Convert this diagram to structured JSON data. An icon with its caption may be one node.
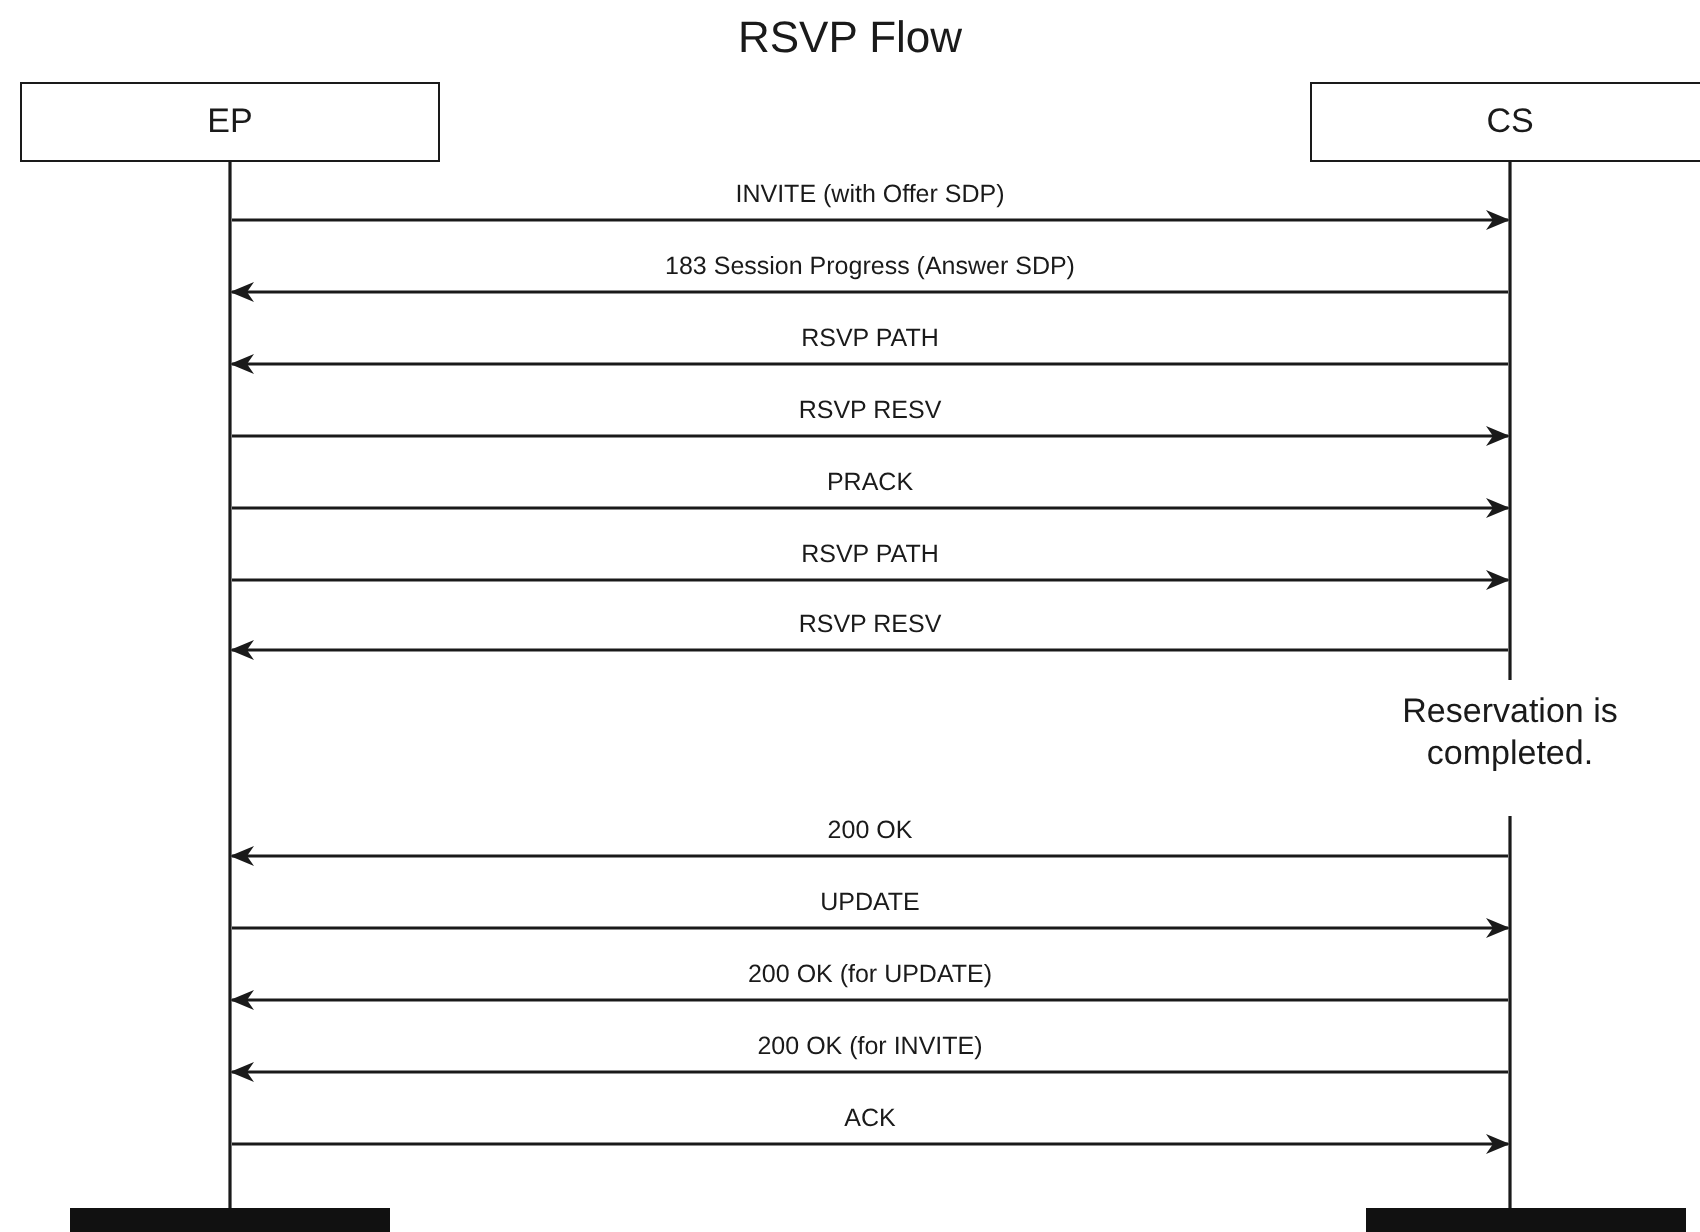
{
  "diagram": {
    "title": "RSVP Flow",
    "nodes": [
      {
        "text": [
          "EP"
        ]
      },
      {
        "text": [
          "CS"
        ]
      },
      {
        "text": [],
        "shape": "line"
      },
      {
        "text": [],
        "shape": "line"
      },
      {
        "text": [],
        "shape": "bar"
      },
      {
        "text": [],
        "shape": "bar"
      }
    ],
    "edges": [
      {
        "from": 2,
        "to": 3,
        "arrow": "to",
        "label": "INVITE (with Offer SDP)"
      },
      {
        "from": 3,
        "to": 2,
        "arrow": "to",
        "label": "183 Session Progress (Answer SDP)"
      },
      {
        "from": 3,
        "to": 2,
        "arrow": "to",
        "label": "RSVP PATH"
      },
      {
        "from": 2,
        "to": 3,
        "arrow": "to",
        "label": "RSVP RESV"
      },
      {
        "from": 2,
        "to": 3,
        "arrow": "to",
        "label": "PRACK"
      },
      {
        "from": 2,
        "to": 3,
        "arrow": "to",
        "label": "RSVP PATH"
      },
      {
        "from": 3,
        "to": 2,
        "arrow": "to",
        "label": "RSVP RESV"
      },
      {
        "from": 3,
        "to": 2,
        "arrow": "to",
        "label": "200 OK"
      },
      {
        "from": 2,
        "to": 3,
        "arrow": "to",
        "label": "UPDATE"
      },
      {
        "from": 3,
        "to": 2,
        "arrow": "to",
        "label": "200 OK (for UPDATE)"
      },
      {
        "from": 3,
        "to": 2,
        "arrow": "to",
        "label": "200 OK (for INVITE)"
      },
      {
        "from": 2,
        "to": 3,
        "arrow": "to",
        "label": "ACK"
      }
    ],
    "labels": [
      "Reservation is completed."
    ]
  }
}
